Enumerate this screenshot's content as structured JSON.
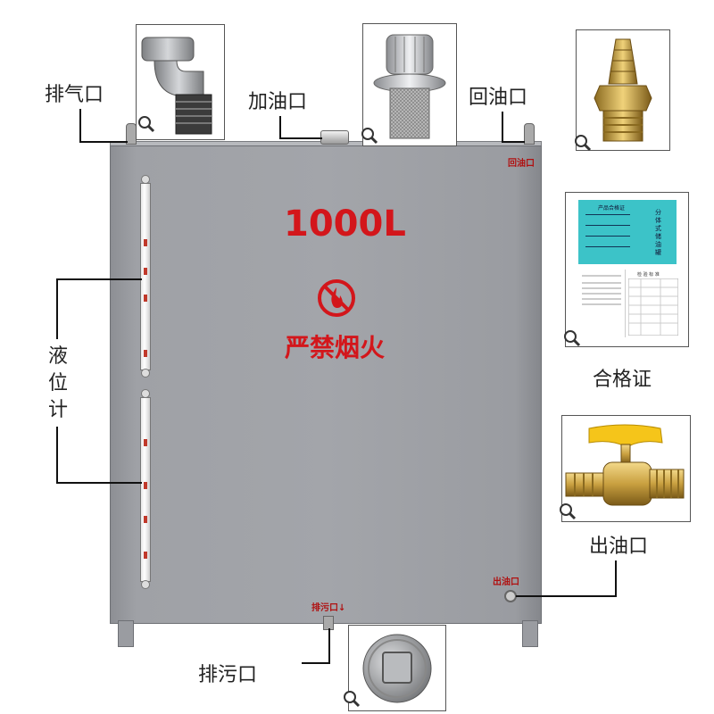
{
  "labels": {
    "vent": "排气口",
    "fill": "加油口",
    "return": "回油口",
    "level_gauge": [
      "液",
      "位",
      "计"
    ],
    "certificate": "合格证",
    "outlet": "出油口",
    "drain": "排污口"
  },
  "tank": {
    "capacity": "1000L",
    "warning": "严禁烟火",
    "return_mark": "回油口",
    "outlet_mark": "出油口",
    "drain_mark": "排污口↓"
  },
  "certificate_doc": {
    "title": "产品合格证",
    "vertical_title": [
      "分",
      "体",
      "式",
      "储",
      "油",
      "罐"
    ],
    "table_title": "检 验 标 准"
  },
  "colors": {
    "tank_body": "#a3a5aa",
    "warning_red": "#d3161b",
    "certificate_teal": "#3cc3c8",
    "brass": "#c9a040"
  }
}
